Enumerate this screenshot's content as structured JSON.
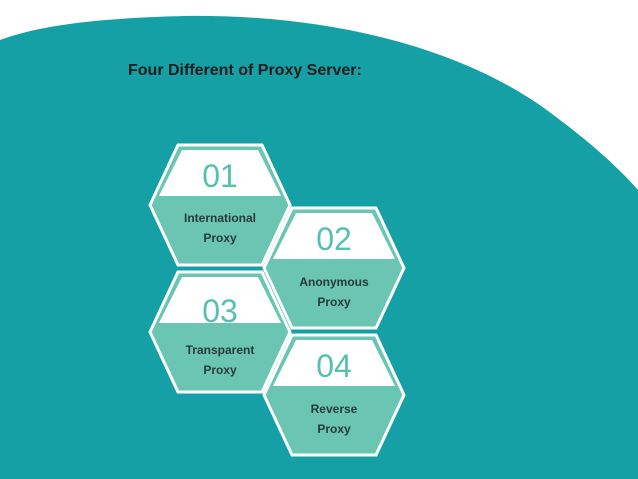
{
  "title": "Four Different of Proxy Server:",
  "colors": {
    "background_shape": "#14a0a4",
    "hex_fill": "#6ac5b3",
    "hex_border": "#ffffff",
    "tab_fill": "#ffffff",
    "number_color": "#54c1b0"
  },
  "items": [
    {
      "number": "01",
      "label_line1": "International",
      "label_line2": "Proxy"
    },
    {
      "number": "02",
      "label_line1": "Anonymous",
      "label_line2": "Proxy"
    },
    {
      "number": "03",
      "label_line1": "Transparent",
      "label_line2": "Proxy"
    },
    {
      "number": "04",
      "label_line1": "Reverse",
      "label_line2": "Proxy"
    }
  ]
}
